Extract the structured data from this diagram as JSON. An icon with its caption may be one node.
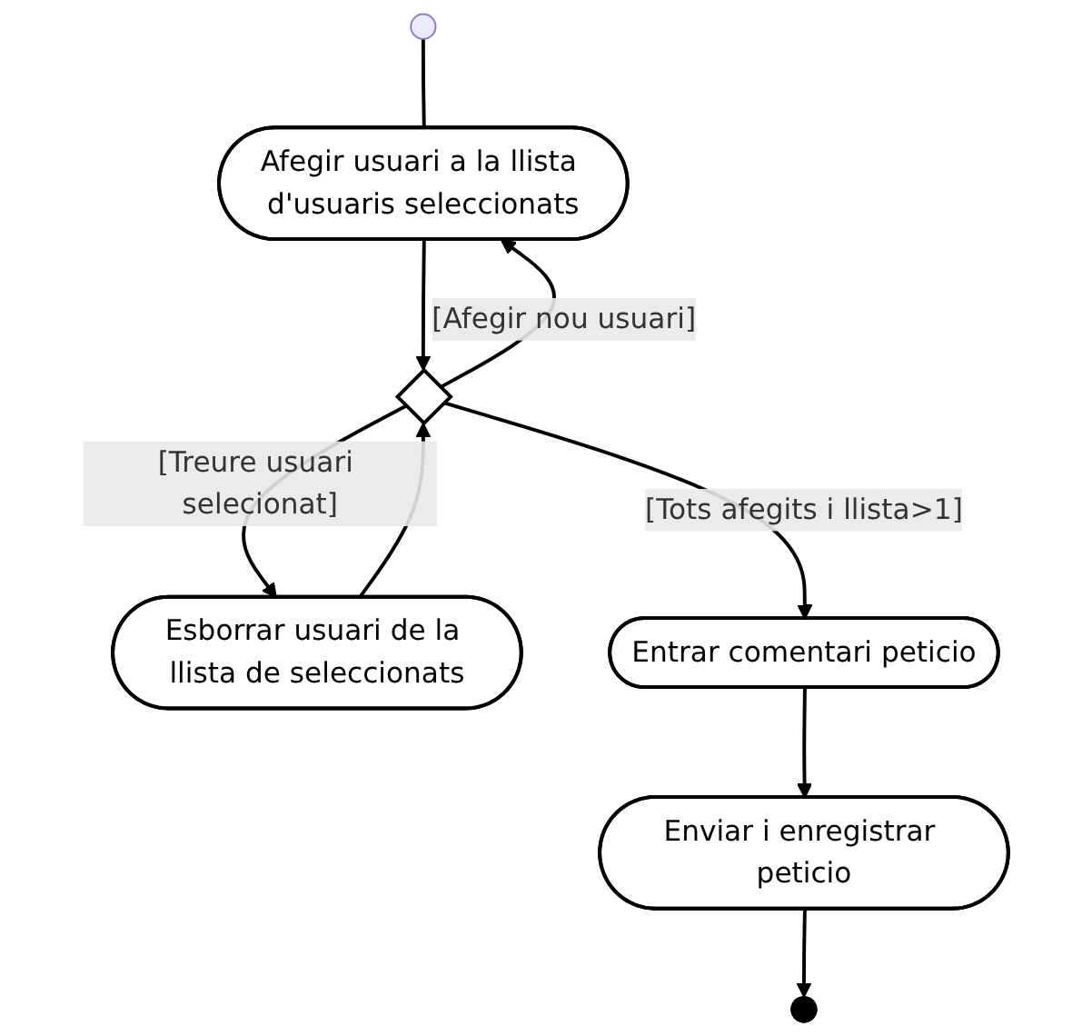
{
  "diagram": {
    "nodes": [
      {
        "text": [],
        "shape": "circle"
      },
      {
        "text": [
          "Afegir usuari a la llista d'usuaris seleccionats"
        ]
      },
      {
        "text": [
          "Esborrar usuari de la llista de seleccionats"
        ]
      },
      {
        "text": [],
        "shape": "diamond"
      },
      {
        "text": [
          "Entrar comentari peticio"
        ]
      },
      {
        "text": [
          "Enviar i enregistrar peticio"
        ]
      },
      {
        "text": [],
        "shape": "bullseye"
      }
    ],
    "edges": [
      {
        "from": 0,
        "to": 1,
        "arrow": "none"
      },
      {
        "from": 1,
        "to": 3,
        "arrow": "to"
      },
      {
        "from": 2,
        "to": 3,
        "arrow": "to"
      },
      {
        "from": 3,
        "to": 1,
        "arrow": "to",
        "label": "[Afegir nou usuari]"
      },
      {
        "from": 3,
        "to": 2,
        "arrow": "to",
        "label": "[Treure usuari selecionat]"
      },
      {
        "from": 3,
        "to": 4,
        "arrow": "to",
        "label": "[Tots afegits i llista>1]"
      },
      {
        "from": 4,
        "to": 5,
        "arrow": "to"
      },
      {
        "from": 5,
        "to": 6,
        "arrow": "to"
      }
    ]
  }
}
